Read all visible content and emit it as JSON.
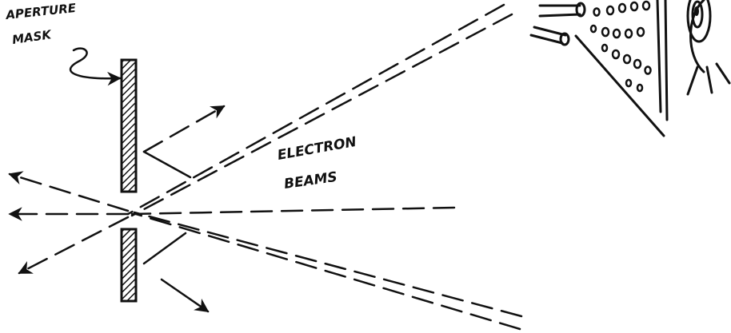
{
  "labels": {
    "aperture_mask_line1": "APERTURE",
    "aperture_mask_line2": "MASK",
    "electron_beams_line1": "ELECTRON",
    "electron_beams_line2": "BEAMS"
  },
  "colors": {
    "ink": "#111111",
    "background": "#ffffff"
  },
  "icons": {
    "electron_guns": "electron-gun-icon",
    "phosphor_screen": "phosphor-dot-screen-icon",
    "viewer_eye": "eye-icon"
  }
}
